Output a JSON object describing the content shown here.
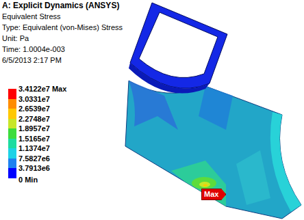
{
  "diagram": {
    "title": "A: Explicit Dynamics (ANSYS)",
    "labels": [
      "Equivalent Stress",
      "Type: Equivalent (von-Mises) Stress",
      "Unit: Pa",
      "Time: 1.0004e-003",
      "6/5/2013 2:17 PM",
      "0 Min",
      "Max"
    ],
    "legend": [
      {
        "text": "3.4122e7 Max",
        "color": "#ff0000"
      },
      {
        "text": "3.0331e7",
        "color": "#ff8c00"
      },
      {
        "text": "2.6539e7",
        "color": "#ffc800"
      },
      {
        "text": "2.2748e7",
        "color": "#c8e628"
      },
      {
        "text": "1.8957e7",
        "color": "#3cdc3c"
      },
      {
        "text": "1.5165e7",
        "color": "#1edca0"
      },
      {
        "text": "1.1374e7",
        "color": "#1ed2e6"
      },
      {
        "text": "7.5827e6",
        "color": "#1e82f0"
      },
      {
        "text": "3.7913e6",
        "color": "#0000ff"
      }
    ]
  }
}
